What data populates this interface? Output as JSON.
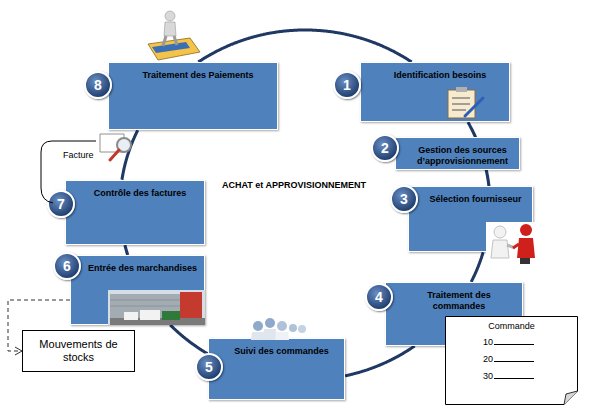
{
  "diagram": {
    "title": "ACHAT et APPROVISIONNEMENT",
    "nodes": [
      {
        "text": [
          "1",
          "Identification besoins"
        ]
      },
      {
        "text": [
          "2",
          "Gestion des sources d’approvisionnement"
        ]
      },
      {
        "text": [
          "3",
          "Sélection fournisseur"
        ]
      },
      {
        "text": [
          "4",
          "Traitement des commandes"
        ]
      },
      {
        "text": [
          "5",
          "Suivi des commandes"
        ]
      },
      {
        "text": [
          "6",
          "Entrée des marchandises"
        ]
      },
      {
        "text": [
          "7",
          "Contrôle des factures"
        ]
      },
      {
        "text": [
          "8",
          "Traitement des Paiements"
        ]
      },
      {
        "text": [
          "Mouvements de stocks"
        ]
      },
      {
        "text": [
          "Commande",
          "10",
          "20",
          "30"
        ]
      }
    ],
    "edges": [
      {
        "from": 0,
        "to": 1,
        "arrow": "none"
      },
      {
        "from": 1,
        "to": 2,
        "arrow": "none"
      },
      {
        "from": 2,
        "to": 3,
        "arrow": "none"
      },
      {
        "from": 3,
        "to": 4,
        "arrow": "none"
      },
      {
        "from": 4,
        "to": 5,
        "arrow": "none"
      },
      {
        "from": 5,
        "to": 6,
        "arrow": "none"
      },
      {
        "from": 6,
        "to": 7,
        "arrow": "none"
      },
      {
        "from": 7,
        "to": 0,
        "arrow": "none"
      },
      {
        "from": 5,
        "to": 8,
        "arrow": "to"
      }
    ],
    "labels": [
      "Facture"
    ]
  }
}
